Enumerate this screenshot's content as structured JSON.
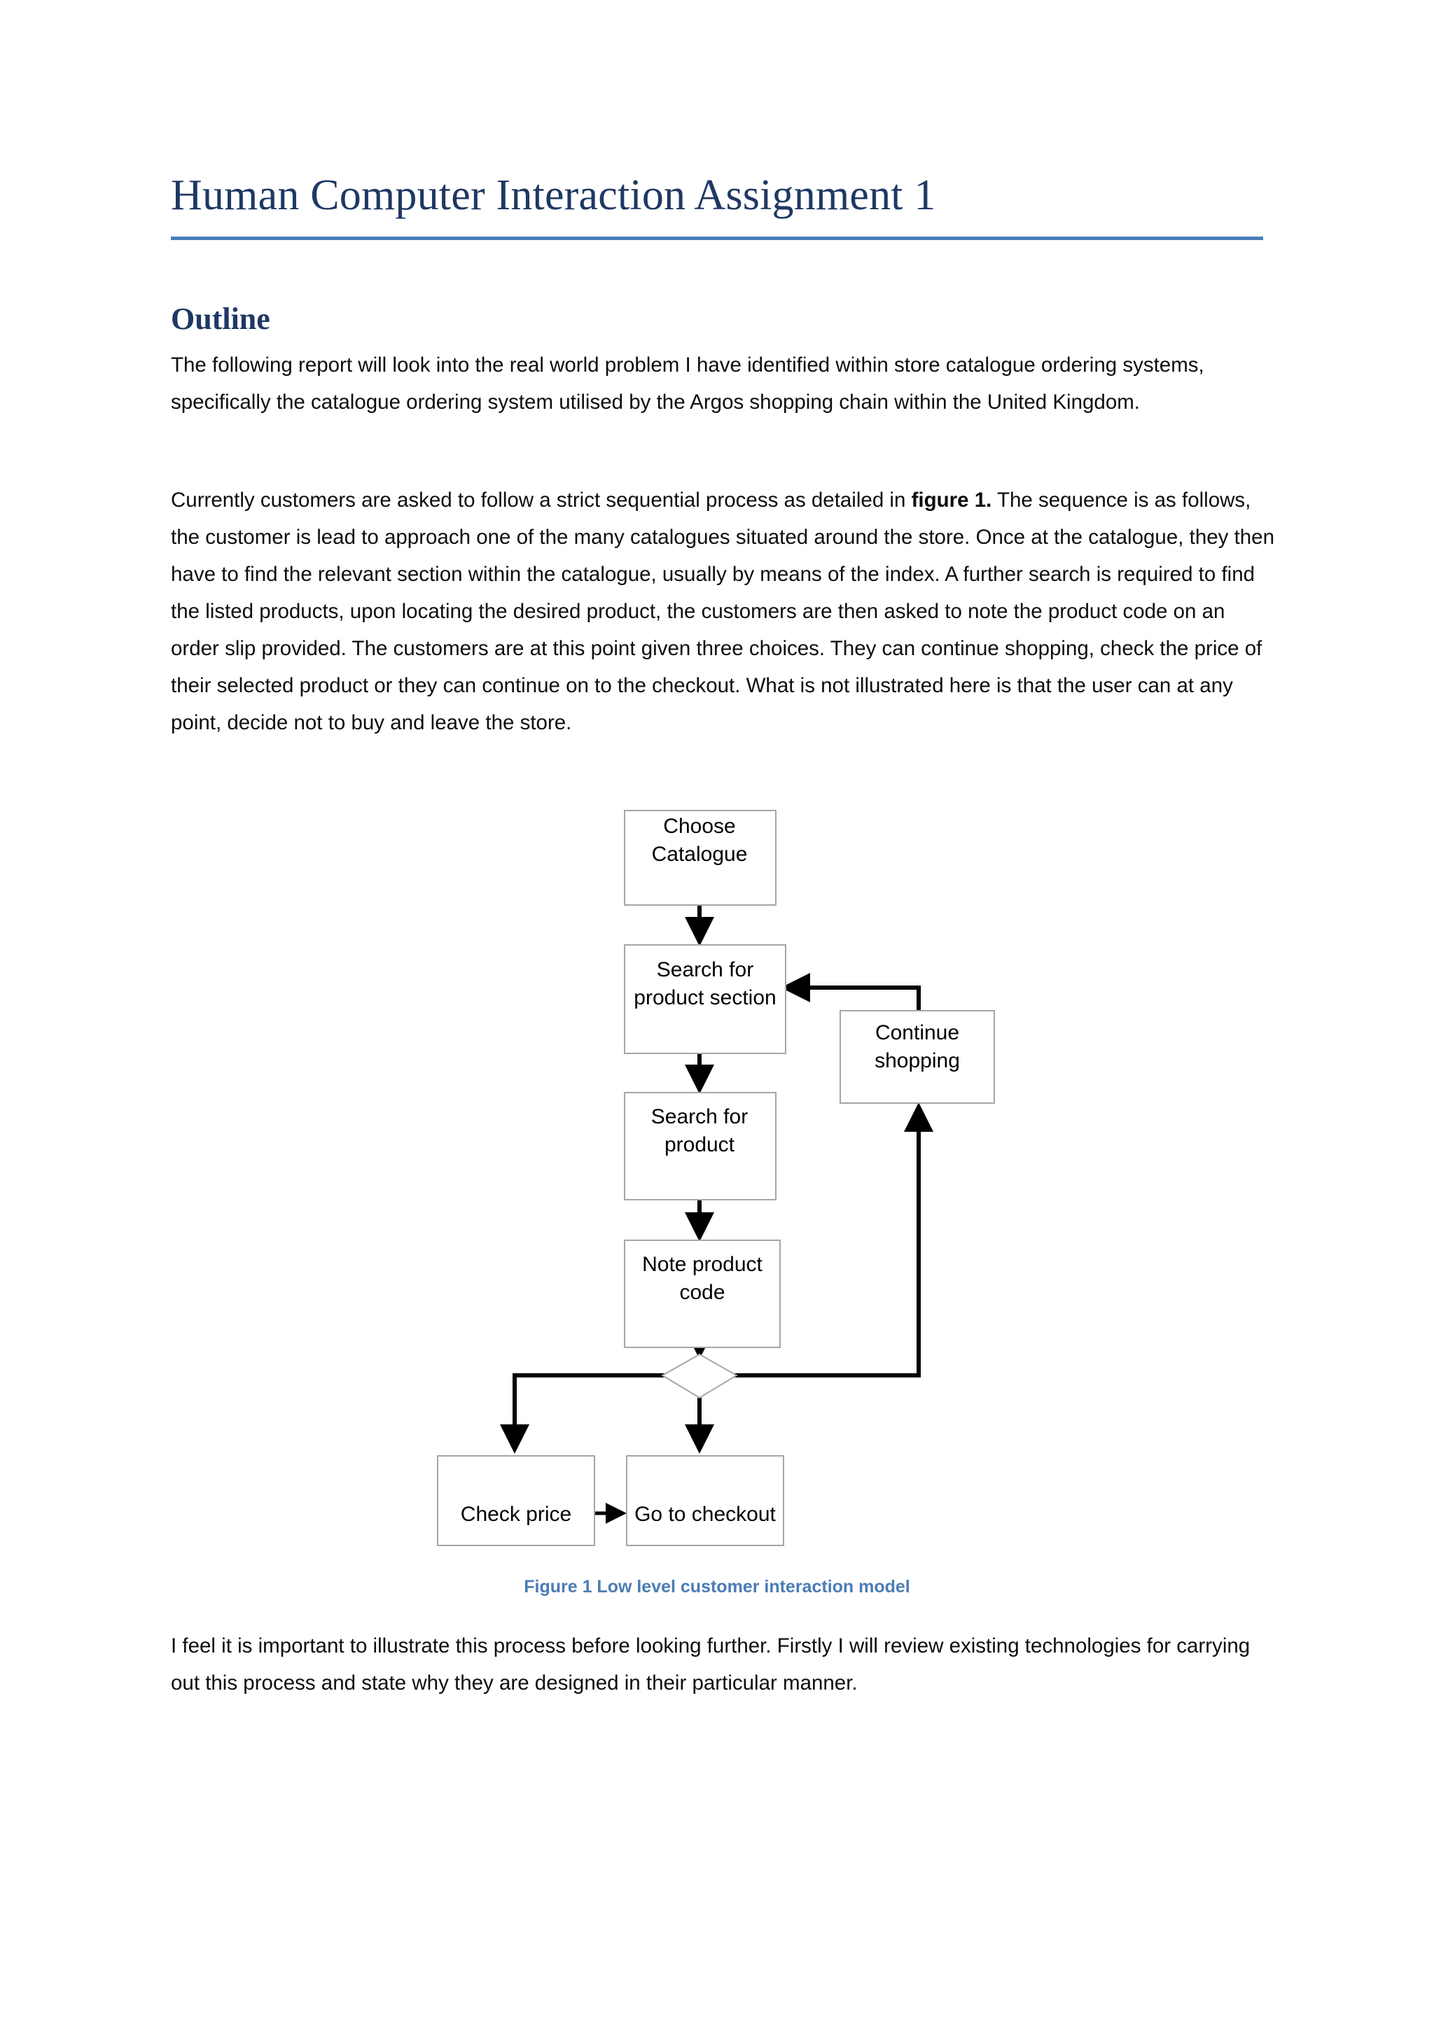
{
  "document": {
    "title": "Human Computer Interaction Assignment 1",
    "heading": "Outline",
    "paragraph_1": "The following report will look into the real world problem I have identified within store catalogue ordering systems, specifically the catalogue ordering system utilised by the Argos shopping chain within the United Kingdom.",
    "paragraph_2_part_1": "Currently customers are asked to follow a strict sequential process as detailed in ",
    "paragraph_2_emphasis": "figure 1.",
    "paragraph_2_part_2": " The sequence is as follows, the customer is lead to approach one of the many catalogues situated around the store. Once at the catalogue, they then have to find the relevant section within the catalogue, usually by means of the index. A further search is required to find the listed products, upon locating the desired product, the customers are then asked to note the product code on an order slip provided.  The customers are at this point given three choices. They can continue shopping, check the price of their selected product or they can continue on to the checkout. What is not illustrated here is that the user can at any point, decide not to buy and leave the store.",
    "paragraph_3": "I feel it is important to illustrate this process before looking further. Firstly I will review existing technologies for carrying out this process and state why they are designed in their particular manner."
  },
  "figure": {
    "caption": "Figure 1 Low level customer interaction model",
    "nodes": {
      "choose_catalogue_line1": "Choose",
      "choose_catalogue_line2": "Catalogue",
      "search_section_line1": "Search for",
      "search_section_line2": "product section",
      "search_product_line1": "Search for",
      "search_product_line2": "product",
      "note_code_line1": "Note product",
      "note_code_line2": "code",
      "continue_shopping_line1": "Continue",
      "continue_shopping_line2": "shopping",
      "check_price": "Check price",
      "go_to_checkout": "Go to checkout"
    }
  },
  "colors": {
    "title_navy": "#1F3864",
    "rule_blue": "#4A7EBB",
    "caption_blue": "#4B7CB5",
    "body_black": "#0D0D0D",
    "box_border": "#A6A6A6",
    "connector_black": "#000000"
  }
}
